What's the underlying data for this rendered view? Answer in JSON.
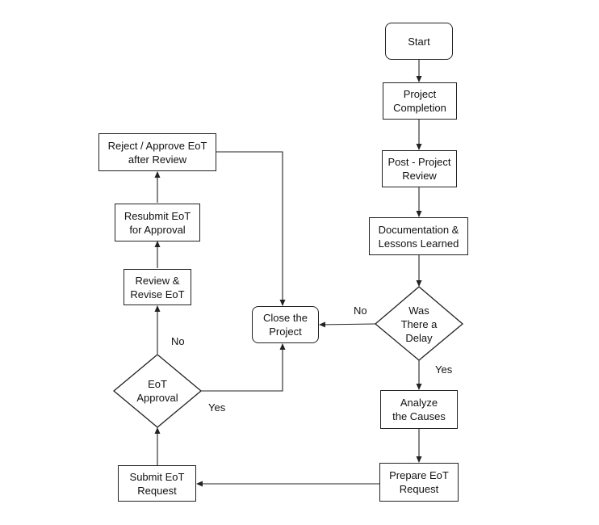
{
  "nodes": {
    "start": "Start",
    "project_completion": "Project\nCompletion",
    "post_project_review": "Post - Project\nReview",
    "documentation": "Documentation &\nLessons Learned",
    "was_there_delay": "Was\nThere a\nDelay",
    "analyze_causes": "Analyze\nthe Causes",
    "prepare_eot": "Prepare EoT\nRequest",
    "submit_eot": "Submit EoT\nRequest",
    "eot_approval": "EoT\nApproval",
    "review_revise": "Review &\nRevise EoT",
    "resubmit_eot": "Resubmit EoT\nfor Approval",
    "reject_approve": "Reject / Approve EoT\nafter Review",
    "close_project": "Close the\nProject"
  },
  "labels": {
    "delay_no": "No",
    "delay_yes": "Yes",
    "approval_no": "No",
    "approval_yes": "Yes"
  },
  "colors": {
    "line": "#222222",
    "text": "#111111",
    "background": "#ffffff"
  }
}
